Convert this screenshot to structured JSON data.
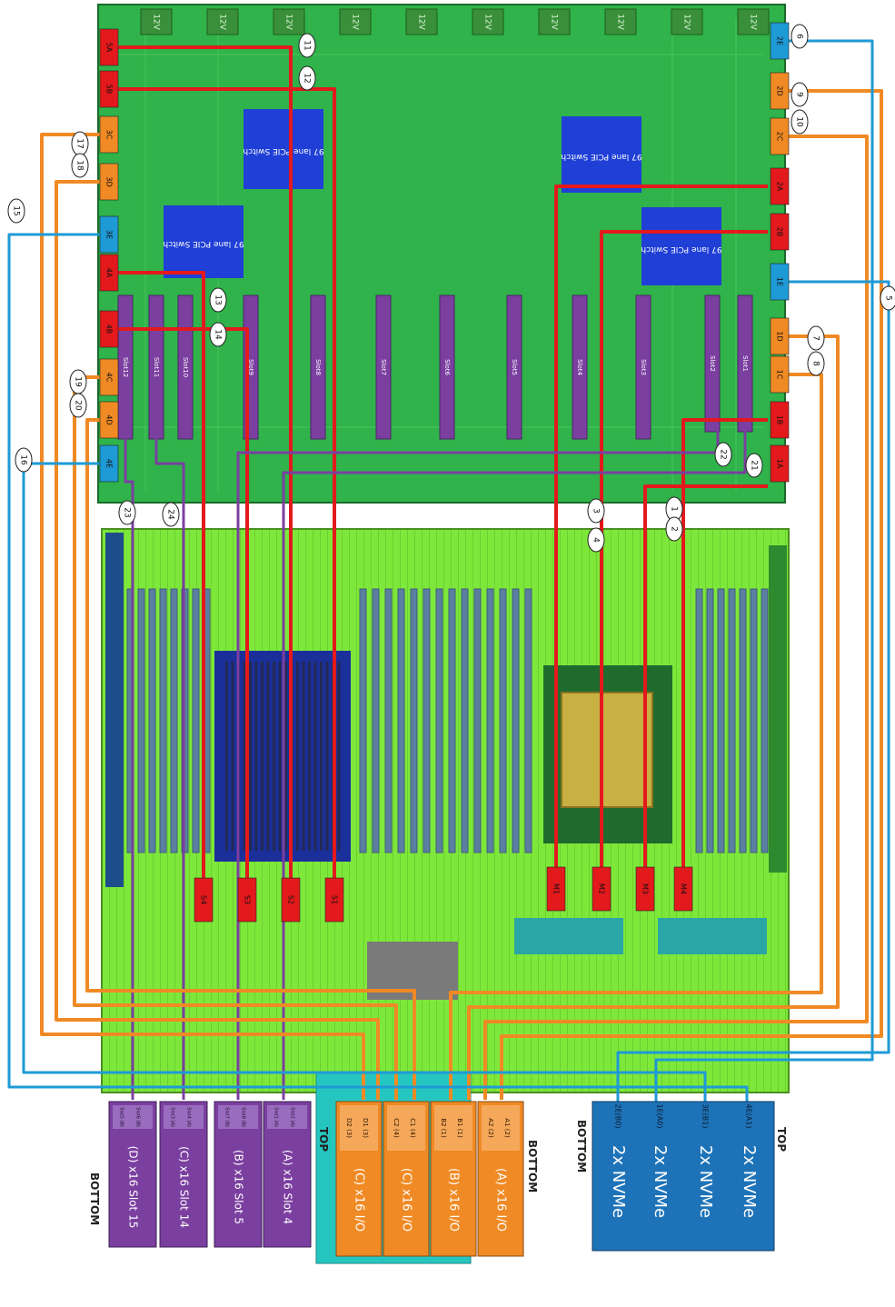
{
  "diagram": {
    "top_connectors_top_row": [
      "12V",
      "12V",
      "12V",
      "12V",
      "12V",
      "12V",
      "12V",
      "12V",
      "12V",
      "12V"
    ],
    "switch_label": "97 lane PCIE Switch",
    "slots": [
      "Slot1",
      "Slot2",
      "Slot3",
      "Slot4",
      "Slot5",
      "Slot6",
      "Slot7",
      "Slot8",
      "Slot9",
      "Slot10",
      "Slot11",
      "Slot12"
    ],
    "left_connectors": [
      {
        "label": "5A",
        "color": "red"
      },
      {
        "label": "5B",
        "color": "red"
      },
      {
        "label": "3C",
        "color": "orange"
      },
      {
        "label": "3D",
        "color": "orange"
      },
      {
        "label": "3E",
        "color": "blue"
      },
      {
        "label": "4A",
        "color": "red"
      },
      {
        "label": "4B",
        "color": "red"
      },
      {
        "label": "4C",
        "color": "orange"
      },
      {
        "label": "4D",
        "color": "orange"
      },
      {
        "label": "4E",
        "color": "blue"
      }
    ],
    "right_connectors": [
      {
        "label": "2E",
        "color": "blue"
      },
      {
        "label": "2D",
        "color": "orange"
      },
      {
        "label": "2C",
        "color": "orange"
      },
      {
        "label": "2A",
        "color": "red"
      },
      {
        "label": "2B",
        "color": "red"
      },
      {
        "label": "1E",
        "color": "blue"
      },
      {
        "label": "1D",
        "color": "orange"
      },
      {
        "label": "1C",
        "color": "orange"
      },
      {
        "label": "1B",
        "color": "red"
      },
      {
        "label": "1A",
        "color": "red"
      }
    ],
    "callouts": [
      "1",
      "2",
      "3",
      "4",
      "5",
      "6",
      "7",
      "8",
      "9",
      "10",
      "11",
      "12",
      "13",
      "14",
      "15",
      "16",
      "17",
      "18",
      "19",
      "20",
      "21",
      "22",
      "23",
      "24"
    ],
    "mb_connectors_left": [
      "S4",
      "S3",
      "S2",
      "S1"
    ],
    "mb_connectors_right": [
      "M1",
      "M2",
      "M3",
      "M4"
    ],
    "purple_boxes": [
      {
        "title": "(D) x16 Slot 15",
        "sub": [
          "Slot5 (B)",
          "Slot6 (B)"
        ]
      },
      {
        "title": "(C) x16 Slot 14",
        "sub": [
          "Slot3 (A)",
          "Slot4 (A)"
        ]
      },
      {
        "title": "(B) x16 Slot 5",
        "sub": [
          "Slot7 (B)",
          "Slot8 (B)"
        ]
      },
      {
        "title": "(A) x16 Slot 4",
        "sub": [
          "Slot1 (A)",
          "Slot2 (A)"
        ]
      }
    ],
    "orange_boxes": [
      {
        "title": "(C)   x16 I/O",
        "sub": [
          "D2 (3)",
          "D1 (3)"
        ]
      },
      {
        "title": "(C)   x16 I/O",
        "sub": [
          "C2 (4)",
          "C1 (4)"
        ]
      },
      {
        "title": "(B)   x16 I/O",
        "sub": [
          "B2 (1)",
          "B1 (1)"
        ]
      },
      {
        "title": "(A)   x16 I/O",
        "sub": [
          "A2 (2)",
          "A1 (2)"
        ]
      }
    ],
    "nvme_boxes": [
      {
        "title": "2x NVMe",
        "sub": "2E(B0)"
      },
      {
        "title": "2x NVMe",
        "sub": "1E(A0)"
      },
      {
        "title": "2x NVMe",
        "sub": "3E(B1)"
      },
      {
        "title": "2x NVMe",
        "sub": "4E(A1)"
      }
    ],
    "label_bottom_left": "BOTTOM",
    "label_top_mid": "TOP",
    "label_bottom_mid": "BOTTOM",
    "label_bottom_right": "BOTTOM",
    "label_top_right": "TOP",
    "colors": {
      "board_green": "#2fb34a",
      "mb_green": "#7ee83a",
      "red": "#e3191c",
      "orange": "#f08a24",
      "blue": "#1e9ad6",
      "purple": "#7b3fa0",
      "switch_blue": "#1f3fd6",
      "nvme_blue": "#1e73b8"
    }
  }
}
